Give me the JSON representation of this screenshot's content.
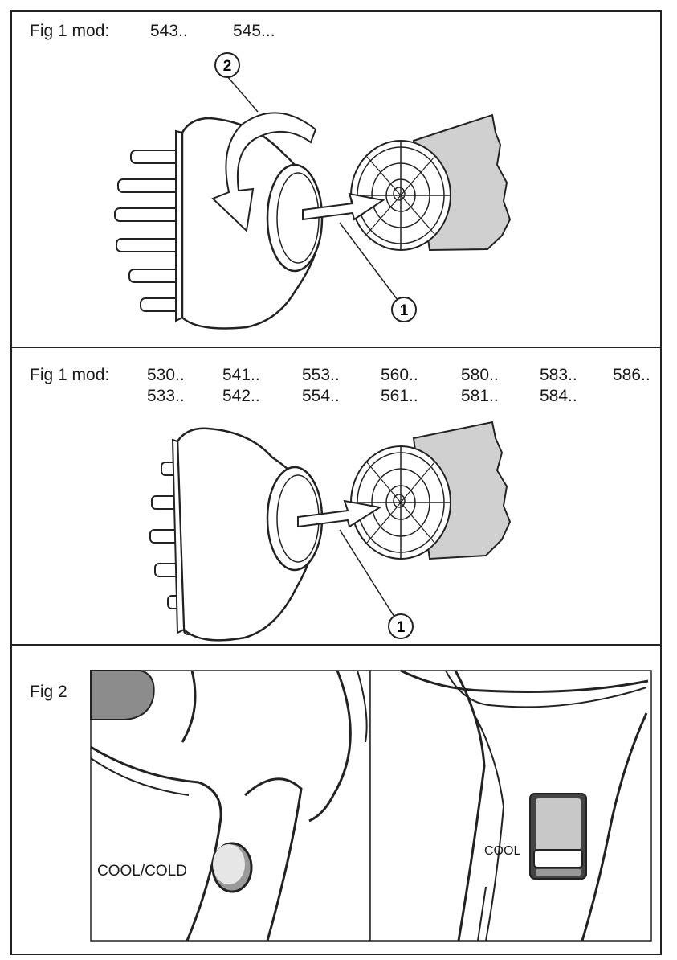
{
  "panel_top": {
    "label": "Fig 1 mod:",
    "models": [
      "543..",
      "545..."
    ],
    "callouts": [
      "2",
      "1"
    ]
  },
  "panel_middle": {
    "label": "Fig 1 mod:",
    "models_row1": [
      "530..",
      "541..",
      "553..",
      "560..",
      "580..",
      "583..",
      "586.."
    ],
    "models_row2": [
      "533..",
      "542..",
      "554..",
      "561..",
      "581..",
      "584.."
    ],
    "callout": "1"
  },
  "panel_bottom": {
    "label": "Fig 2",
    "left_button_label": "COOL/COLD",
    "right_button_label": "COOL"
  },
  "colors": {
    "line": "#222222",
    "dryer_grey": "#d0d0d0",
    "button_grey": "#9a9a9a",
    "dark_grey": "#8c8c8c"
  }
}
